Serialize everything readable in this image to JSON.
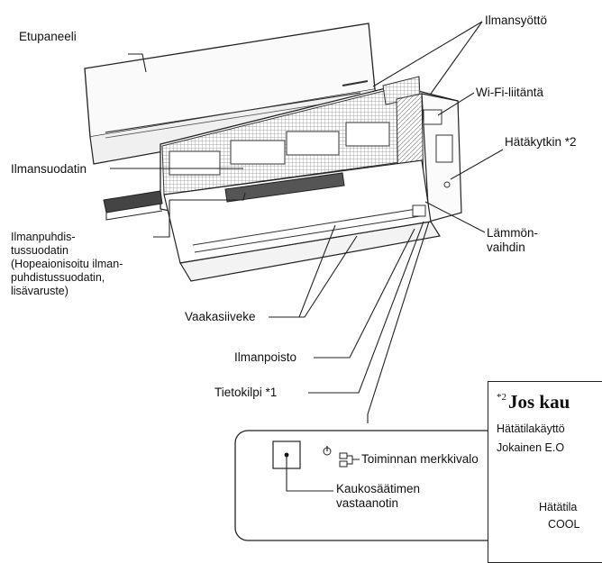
{
  "labels": {
    "front_panel": "Etupaneeli",
    "air_inlet": "Ilmansyöttö",
    "wifi": "Wi-Fi-liitäntä",
    "emergency_switch": "Hätäkytkin *2",
    "air_filter": "Ilmansuodatin",
    "heat_exchanger": "Lämmön-\nvaihdin",
    "purifying_filter": "Ilmanpuhdis-\ntussuodatin\n(Hopeaionisoitu ilman-\npuhdistussuodatin,\nlisävaruste)",
    "horizontal_louver": "Vaakasiiveke",
    "air_outlet": "Ilmanpoisto",
    "nameplate": "Tietokilpi *1",
    "operation_indicator": "Toiminnan merkkivalo",
    "remote_receiver": "Kaukosäätimen\nvastaanotin"
  },
  "note": {
    "marker": "*2",
    "title": "Jos kau",
    "lines": [
      "Hätätilakäyttö",
      "Jokainen E.O",
      "Hätätila",
      "COOL"
    ]
  },
  "icons": {
    "power": "power-icon",
    "indicator": "led-indicator-icon"
  },
  "colors": {
    "ink": "#111111",
    "panel_fill": "#f4f4f4",
    "hatch": "#8a8a8a"
  }
}
